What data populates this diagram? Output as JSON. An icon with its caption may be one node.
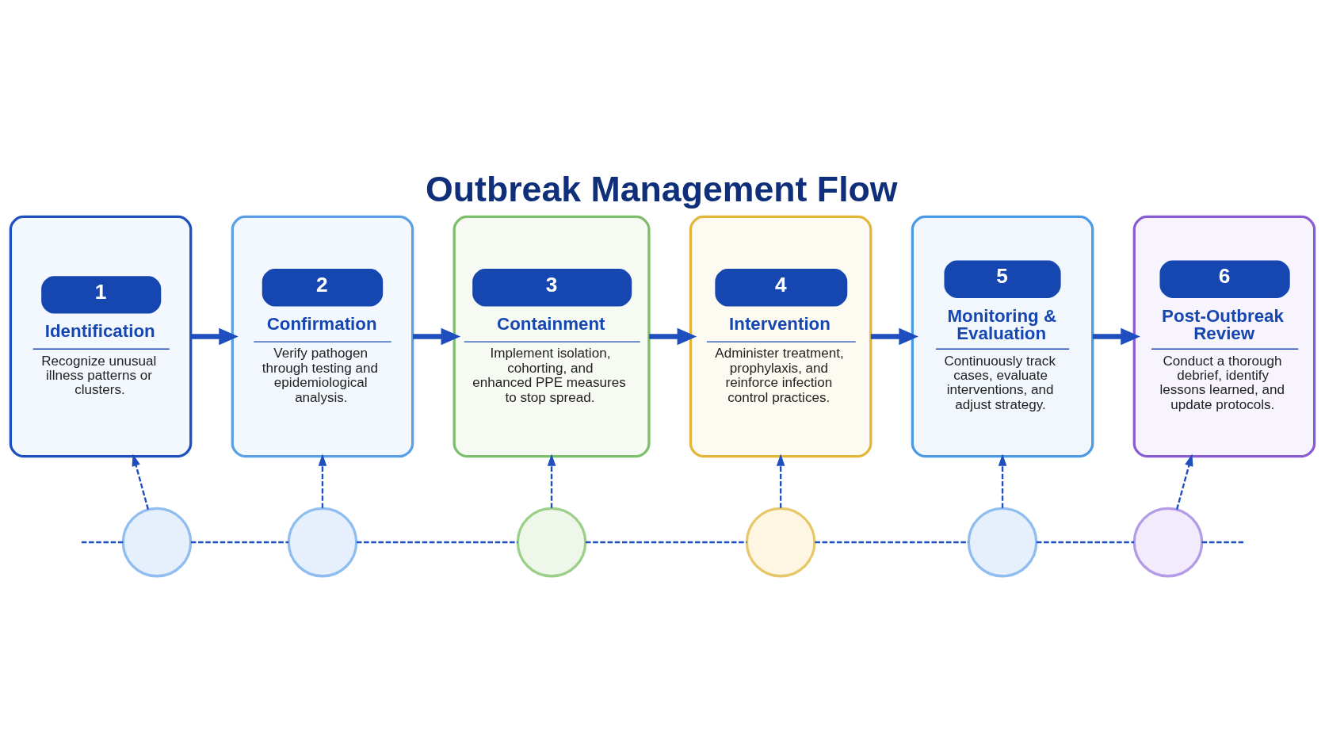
{
  "diagram": {
    "title": "Outbreak Management Flow",
    "nodes": [
      {
        "text": [
          "1",
          "Identification",
          "Recognize unusual illness patterns or clusters."
        ]
      },
      {
        "text": [
          "2",
          "Confirmation",
          "Verify pathogen through testing and epidemiological analysis."
        ]
      },
      {
        "text": [
          "3",
          "Containment",
          "Implement isolation, cohorting, and enhanced PPE measures to stop spread."
        ]
      },
      {
        "text": [
          "4",
          "Intervention",
          "Administer treatment, prophylaxis, and reinforce infection control practices."
        ]
      },
      {
        "text": [
          "5",
          "Monitoring & Evaluation",
          "Continuously track cases, evaluate interventions, and adjust strategy."
        ]
      },
      {
        "text": [
          "6",
          "Post-Outbreak Review",
          "Conduct a thorough debrief, identify lessons learned, and update protocols."
        ]
      },
      {
        "text": [],
        "shape": "circle"
      },
      {
        "text": [],
        "shape": "circle"
      },
      {
        "text": [],
        "shape": "circle"
      },
      {
        "text": [],
        "shape": "circle"
      },
      {
        "text": [],
        "shape": "circle"
      },
      {
        "text": [],
        "shape": "circle"
      }
    ],
    "edges": [
      {
        "from": 0,
        "to": 1,
        "arrow": "to",
        "style": "thick"
      },
      {
        "from": 1,
        "to": 2,
        "arrow": "to",
        "style": "thick"
      },
      {
        "from": 2,
        "to": 3,
        "arrow": "to",
        "style": "thick"
      },
      {
        "from": 3,
        "to": 4,
        "arrow": "to",
        "style": "thick"
      },
      {
        "from": 4,
        "to": 5,
        "arrow": "to",
        "style": "thick"
      },
      {
        "from": 6,
        "to": 0,
        "arrow": "to",
        "style": "dashed"
      },
      {
        "from": 7,
        "to": 1,
        "arrow": "to",
        "style": "dashed"
      },
      {
        "from": 8,
        "to": 2,
        "arrow": "to",
        "style": "dashed"
      },
      {
        "from": 9,
        "to": 3,
        "arrow": "to",
        "style": "dashed"
      },
      {
        "from": 10,
        "to": 4,
        "arrow": "to",
        "style": "dashed"
      },
      {
        "from": 11,
        "to": 5,
        "arrow": "to",
        "style": "dashed"
      },
      {
        "from": null,
        "to": 6,
        "arrow": "none",
        "style": "dashed"
      },
      {
        "from": 6,
        "to": 7,
        "arrow": "none",
        "style": "dashed"
      },
      {
        "from": 7,
        "to": 8,
        "arrow": "none",
        "style": "dashed"
      },
      {
        "from": 8,
        "to": 9,
        "arrow": "none",
        "style": "dashed"
      },
      {
        "from": 9,
        "to": 10,
        "arrow": "none",
        "style": "dashed"
      },
      {
        "from": 10,
        "to": 11,
        "arrow": "none",
        "style": "dashed"
      },
      {
        "from": 11,
        "to": null,
        "arrow": "none",
        "style": "dashed"
      }
    ]
  }
}
